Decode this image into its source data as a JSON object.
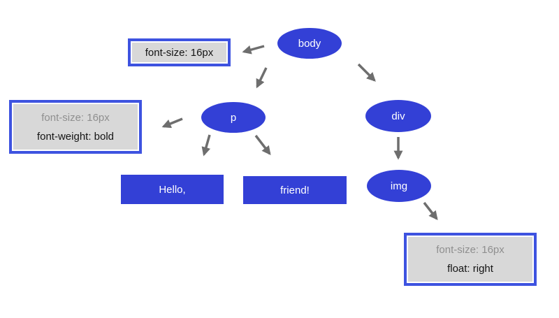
{
  "diagram": {
    "type": "tree",
    "nodes": {
      "body": "body",
      "p": "p",
      "div": "div",
      "img": "img"
    },
    "text_nodes": {
      "hello": "Hello,",
      "friend": "friend!"
    },
    "style_boxes": {
      "body": {
        "line1": "font-size: 16px"
      },
      "p": {
        "line1": "font-size: 16px",
        "line2": "font-weight: bold"
      },
      "img": {
        "line1": "font-size: 16px",
        "line2": "float: right"
      }
    },
    "edges": [
      {
        "from": "body",
        "to": "style-box-body"
      },
      {
        "from": "body",
        "to": "p"
      },
      {
        "from": "body",
        "to": "div"
      },
      {
        "from": "p",
        "to": "style-box-p"
      },
      {
        "from": "p",
        "to": "text-node-hello"
      },
      {
        "from": "p",
        "to": "text-node-friend"
      },
      {
        "from": "div",
        "to": "img"
      },
      {
        "from": "img",
        "to": "style-box-img"
      }
    ],
    "colors": {
      "node_fill": "#3340d6",
      "box_border": "#3e53e0",
      "box_fill": "#d8d8d8",
      "arrow": "#6e6e6e",
      "muted_text": "#8f8f8f",
      "dark_text": "#141414",
      "light_text": "#ffffff",
      "background": "#ffffff"
    }
  }
}
